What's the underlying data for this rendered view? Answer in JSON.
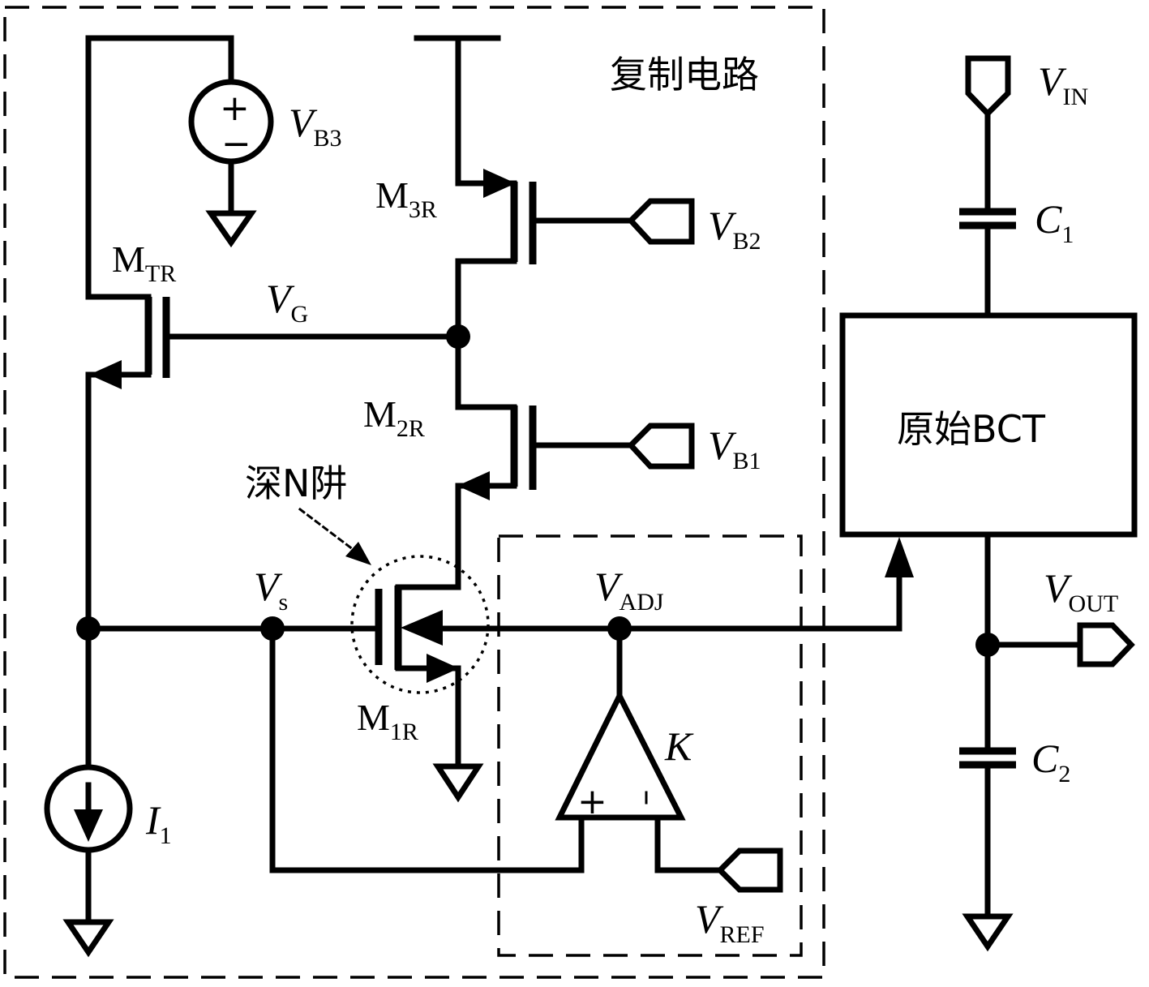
{
  "labels": {
    "replica_circuit": "复制电路",
    "original_bct": "原始BCT",
    "deep_nwell": "深N阱",
    "vin": {
      "main": "V",
      "sub": "IN"
    },
    "vb3": {
      "main": "V",
      "sub": "B3"
    },
    "vb2": {
      "main": "V",
      "sub": "B2"
    },
    "vb1": {
      "main": "V",
      "sub": "B1"
    },
    "vg": {
      "main": "V",
      "sub": "G"
    },
    "vs": {
      "main": "V",
      "sub": "s"
    },
    "vadj": {
      "main": "V",
      "sub": "ADJ"
    },
    "vout": {
      "main": "V",
      "sub": "OUT"
    },
    "vref": {
      "main": "V",
      "sub": "REF"
    },
    "m3r": {
      "main": "M",
      "sub": "3R"
    },
    "m2r": {
      "main": "M",
      "sub": "2R"
    },
    "m1r": {
      "main": "M",
      "sub": "1R"
    },
    "mtr": {
      "main": "M",
      "sub": "TR"
    },
    "c1": {
      "main": "C",
      "sub": "1"
    },
    "c2": {
      "main": "C",
      "sub": "2"
    },
    "i1": {
      "main": "I",
      "sub": "1"
    },
    "k": "K",
    "plus": "+",
    "minus": "−",
    "amp_plus": "+",
    "amp_minus": "−"
  }
}
